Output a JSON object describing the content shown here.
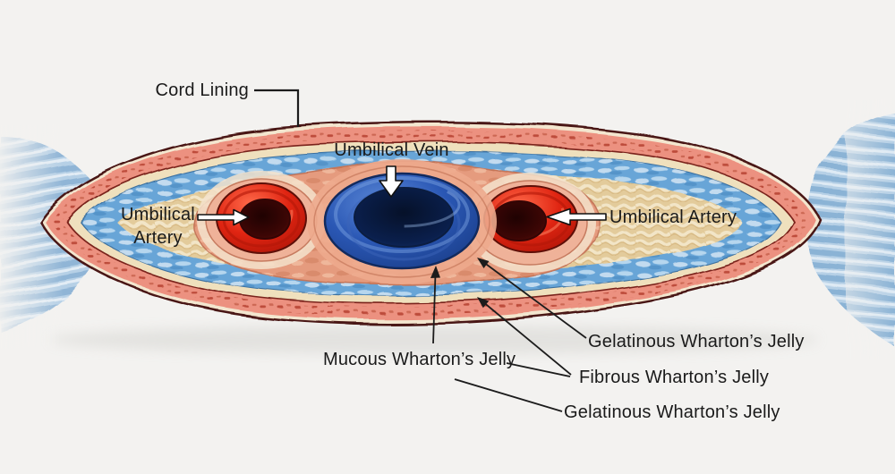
{
  "figure": {
    "title": "Umbilical cord cross-section illustration",
    "labels": {
      "cord_lining": "Cord Lining",
      "umbilical_vein": "Umbilical Vein",
      "umbilical_artery_left_line1": "Umbilical",
      "umbilical_artery_left_line2": "Artery",
      "umbilical_artery_right": "Umbilical Artery",
      "mucous": "Mucous Wharton’s Jelly",
      "gelatinous_upper": "Gelatinous Wharton’s Jelly",
      "fibrous": "Fibrous Wharton’s Jelly",
      "gelatinous_lower": "Gelatinous Wharton’s Jelly"
    }
  },
  "colors": {
    "background": "#f3f2f0",
    "outline_dark": "#4a1812",
    "lining_salmon": "#ec9180",
    "lining_speckle": "#b5402e",
    "cream_band": "#efe0bd",
    "fibrous_blue": "#68a5d7",
    "gelatinous_tan": "#e3cb9b",
    "mucous_pink": "#e59b7e",
    "vein_blue": "#2a57b4",
    "vein_lumen": "#0a1f4c",
    "artery_red": "#e02512",
    "artery_lumen": "#3c0605",
    "cord_end_blue": "#b6d0e6",
    "label_text": "#1a1a1a"
  }
}
